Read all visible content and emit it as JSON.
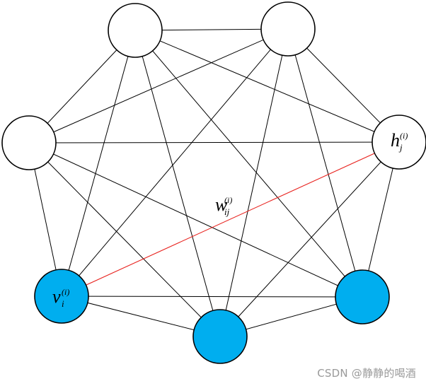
{
  "colors": {
    "edge": "#000000",
    "highlight_edge": "#e8231f",
    "visible_node_fill": "#00aeef",
    "hidden_node_fill": "#ffffff",
    "node_stroke": "#000000"
  },
  "graph": {
    "nodes": [
      {
        "id": "top-left",
        "kind": "hidden",
        "label": null
      },
      {
        "id": "top-right",
        "kind": "hidden",
        "label": null
      },
      {
        "id": "mid-left",
        "kind": "hidden",
        "label": null
      },
      {
        "id": "h",
        "kind": "hidden",
        "label": {
          "base": "h",
          "sub": "j",
          "sup": "(i)"
        }
      },
      {
        "id": "v",
        "kind": "visible",
        "label": {
          "base": "v",
          "sub": "i",
          "sup": "(i)"
        }
      },
      {
        "id": "bottom",
        "kind": "visible",
        "label": null
      },
      {
        "id": "bottom-right",
        "kind": "visible",
        "label": null
      }
    ],
    "highlight_edge": {
      "from": "v",
      "to": "h",
      "label": {
        "base": "w",
        "sub": "ij",
        "sup": "(i)"
      }
    }
  },
  "watermark": "CSDN @静静的喝酒"
}
